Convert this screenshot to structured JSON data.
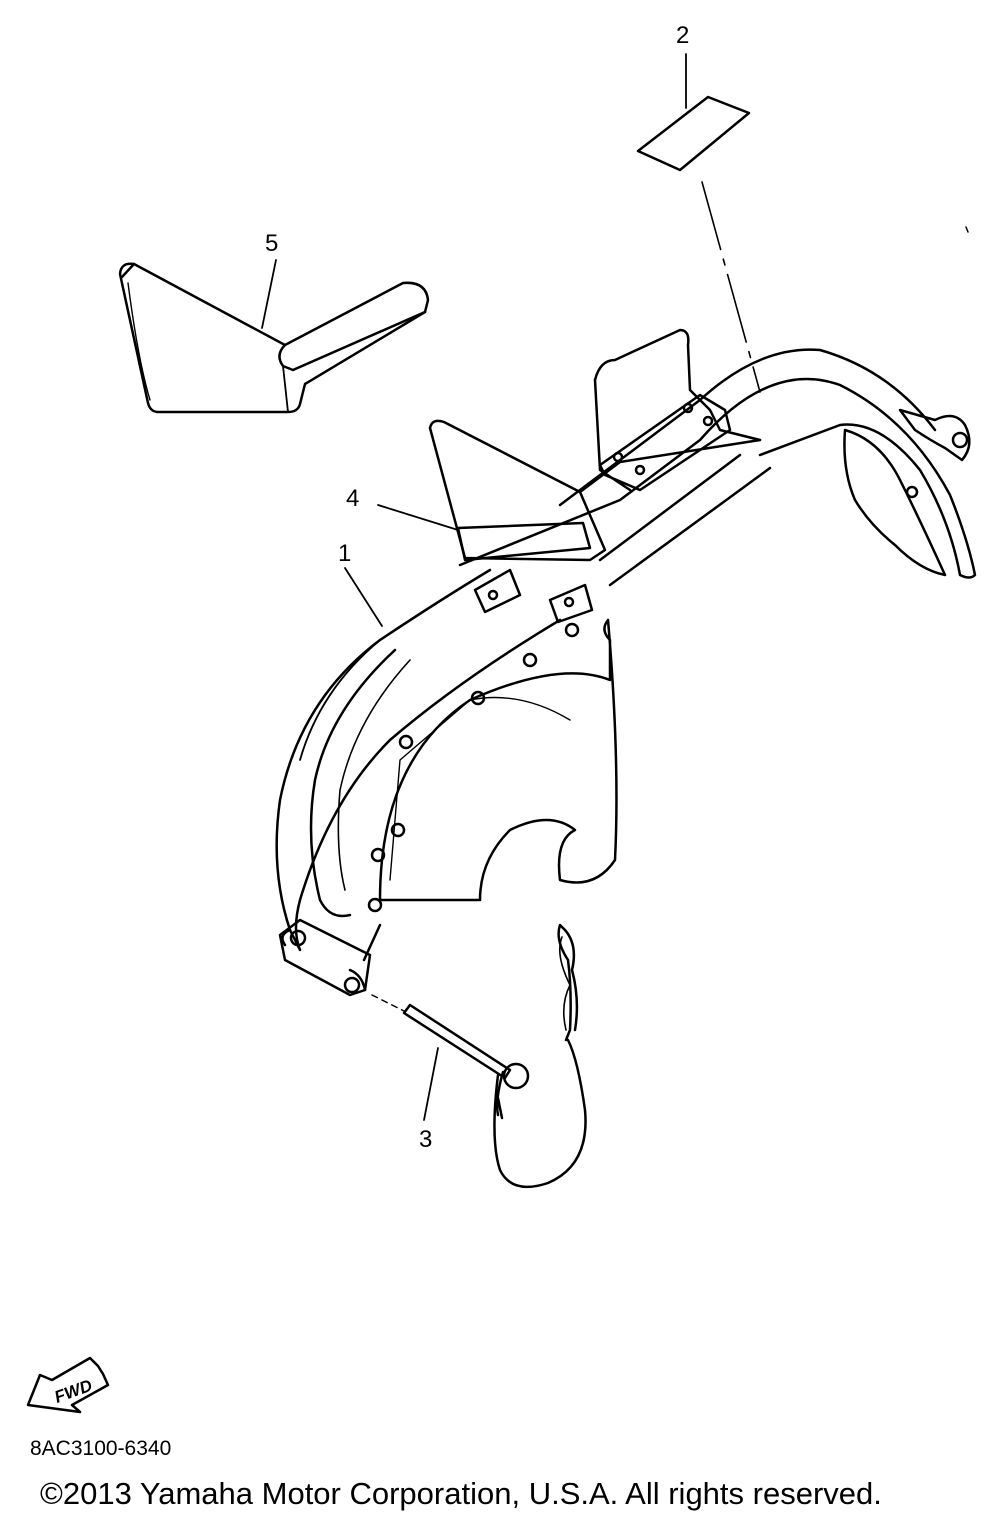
{
  "callouts": {
    "part_1": "1",
    "part_2": "2",
    "part_3": "3",
    "part_4": "4",
    "part_5": "5"
  },
  "direction_indicator": {
    "label": "FWD",
    "icon": "forward-arrow-icon"
  },
  "part_code": "8AC3100-6340",
  "copyright": "©2013 Yamaha Motor Corporation, U.S.A. All rights reserved.",
  "colors": {
    "line": "#000000",
    "background": "#ffffff"
  }
}
